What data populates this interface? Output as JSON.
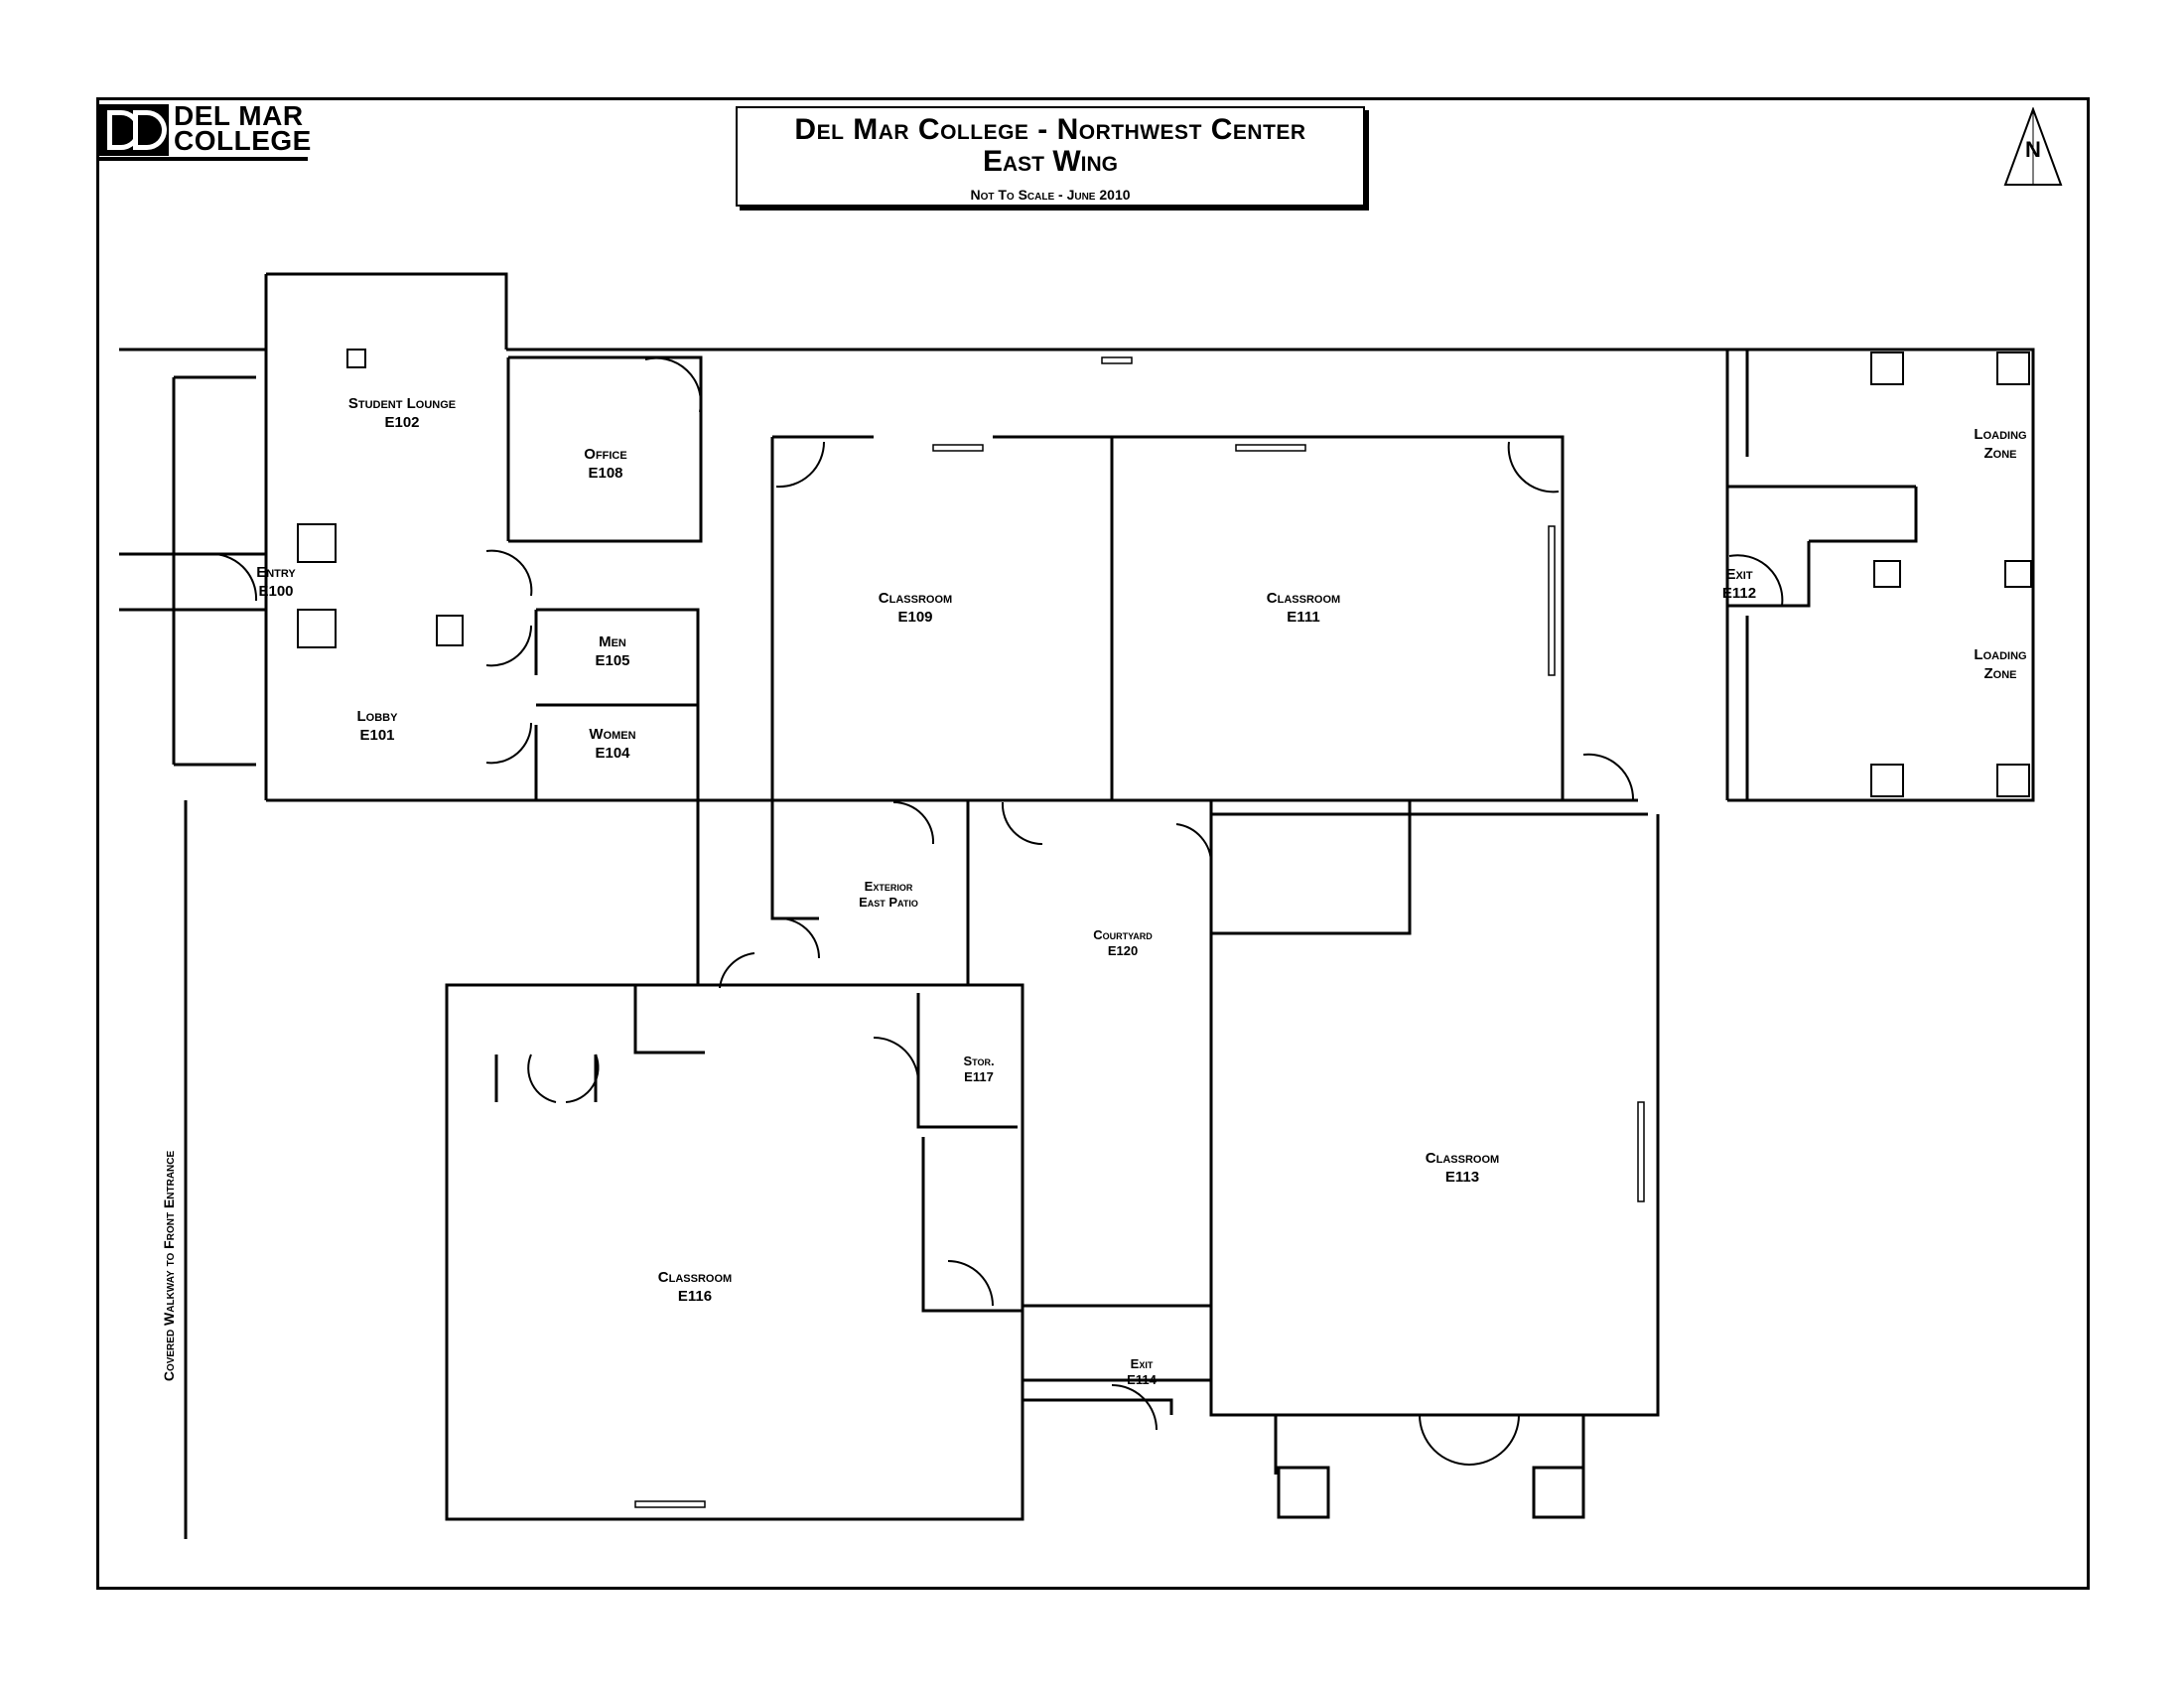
{
  "logo": {
    "text_line1": "DEL MAR",
    "text_line2": "COLLEGE"
  },
  "title": {
    "line1": "Del Mar College - Northwest Center",
    "line2": "East Wing",
    "subtitle": "Not To Scale - June 2010"
  },
  "compass": {
    "letter": "N"
  },
  "rooms": {
    "student_lounge": {
      "name": "Student Lounge",
      "number": "E102"
    },
    "office": {
      "name": "Office",
      "number": "E108"
    },
    "entry": {
      "name": "Entry",
      "number": "E100"
    },
    "lobby": {
      "name": "Lobby",
      "number": "E101"
    },
    "men": {
      "name": "Men",
      "number": "E105"
    },
    "women": {
      "name": "Women",
      "number": "E104"
    },
    "classroom_109": {
      "name": "Classroom",
      "number": "E109"
    },
    "classroom_111": {
      "name": "Classroom",
      "number": "E111"
    },
    "exit_112": {
      "name": "Exit",
      "number": "E112"
    },
    "loading_zone_1": {
      "name": "Loading",
      "number": "Zone"
    },
    "loading_zone_2": {
      "name": "Loading",
      "number": "Zone"
    },
    "exterior_patio": {
      "name": "Exterior",
      "number": "East Patio"
    },
    "courtyard": {
      "name": "Courtyard",
      "number": "E120"
    },
    "storage": {
      "name": "Stor.",
      "number": "E117"
    },
    "classroom_116": {
      "name": "Classroom",
      "number": "E116"
    },
    "classroom_113": {
      "name": "Classroom",
      "number": "E113"
    },
    "exit_114": {
      "name": "Exit",
      "number": "E114"
    }
  },
  "walkway_label": "Covered Walkway to Front Entrance"
}
